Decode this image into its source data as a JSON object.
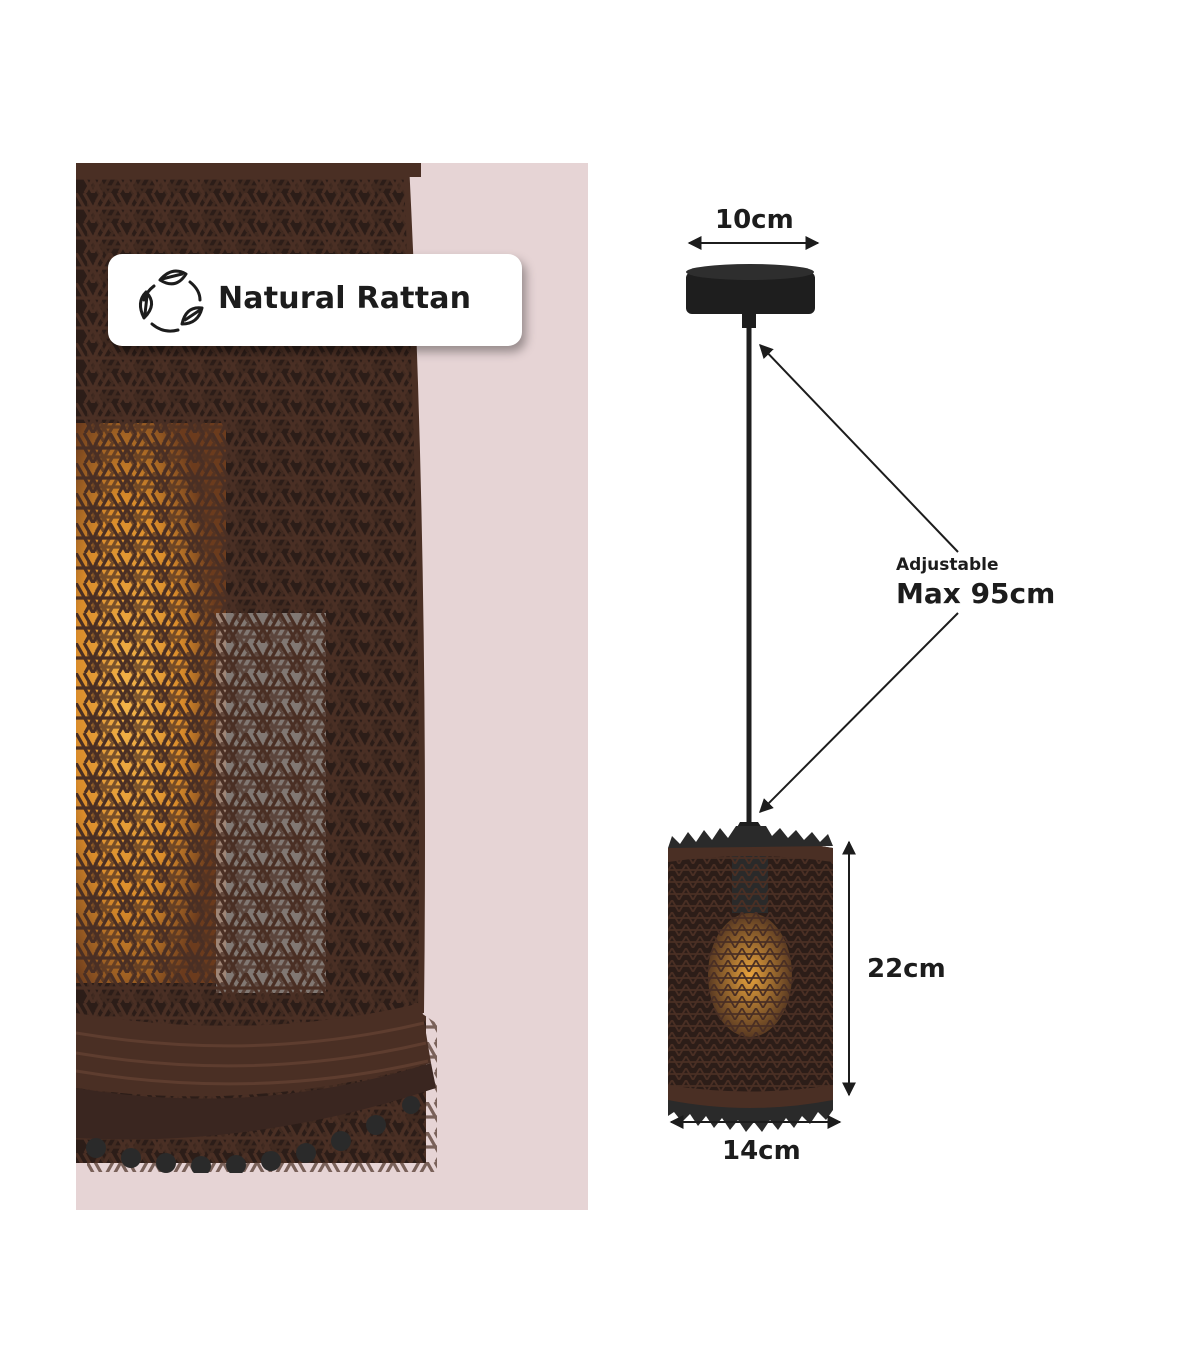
{
  "badge": {
    "label": "Natural Rattan",
    "icon": "leaf-recycle-icon"
  },
  "dimensions": {
    "canopy_width": "10cm",
    "adjustable_caption": "Adjustable",
    "adjustable_max": "Max 95cm",
    "shade_height": "22cm",
    "shade_width": "14cm"
  },
  "colors": {
    "rattan": "#4a2f24",
    "panel_background": "#e6d4d5",
    "fitting": "#1e1e1e",
    "bulb_glow": "#e8a23c"
  }
}
